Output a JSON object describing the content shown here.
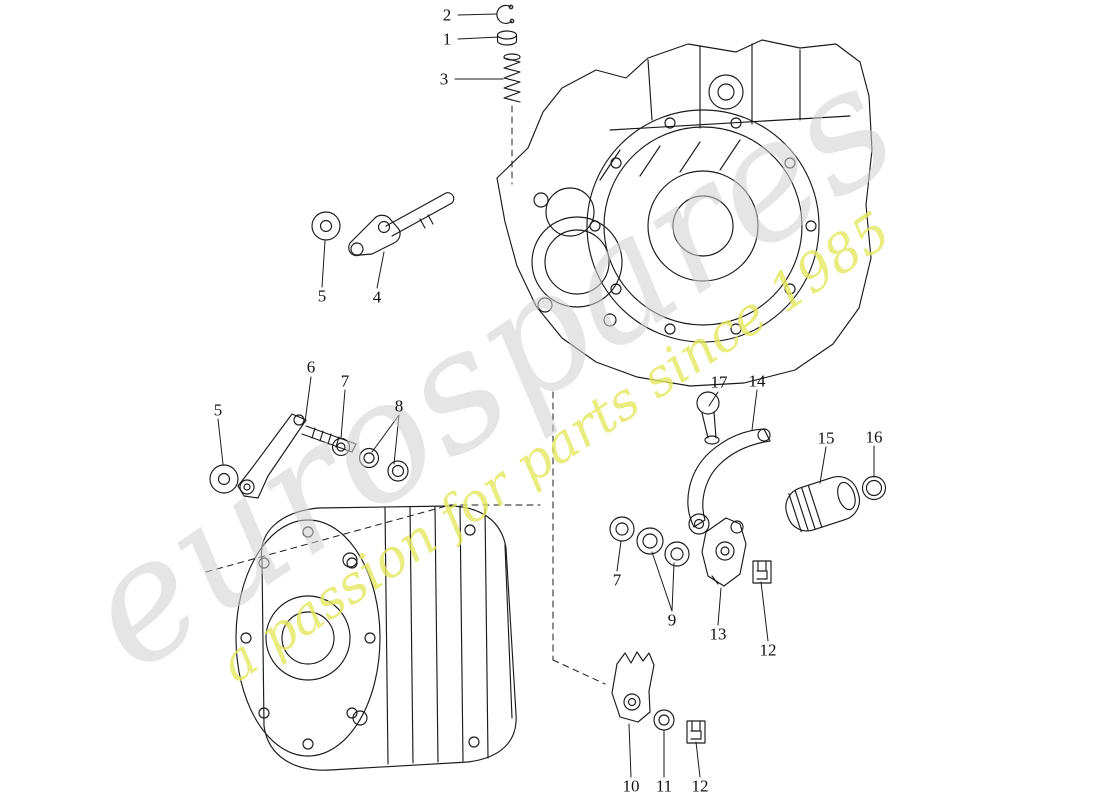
{
  "watermark": {
    "brand": "eurospares",
    "tagline": "a passion for parts since 1985",
    "brand_color": "#cfcfcf",
    "tagline_color": "#e3e75e"
  },
  "diagram": {
    "type": "exploded-parts-diagram",
    "line_color": "#1a1a1a",
    "labels": [
      "2",
      "1",
      "3",
      "5",
      "4",
      "6",
      "7",
      "8",
      "5",
      "17",
      "14",
      "15",
      "16",
      "7",
      "9",
      "13",
      "12",
      "10",
      "11",
      "12"
    ]
  }
}
